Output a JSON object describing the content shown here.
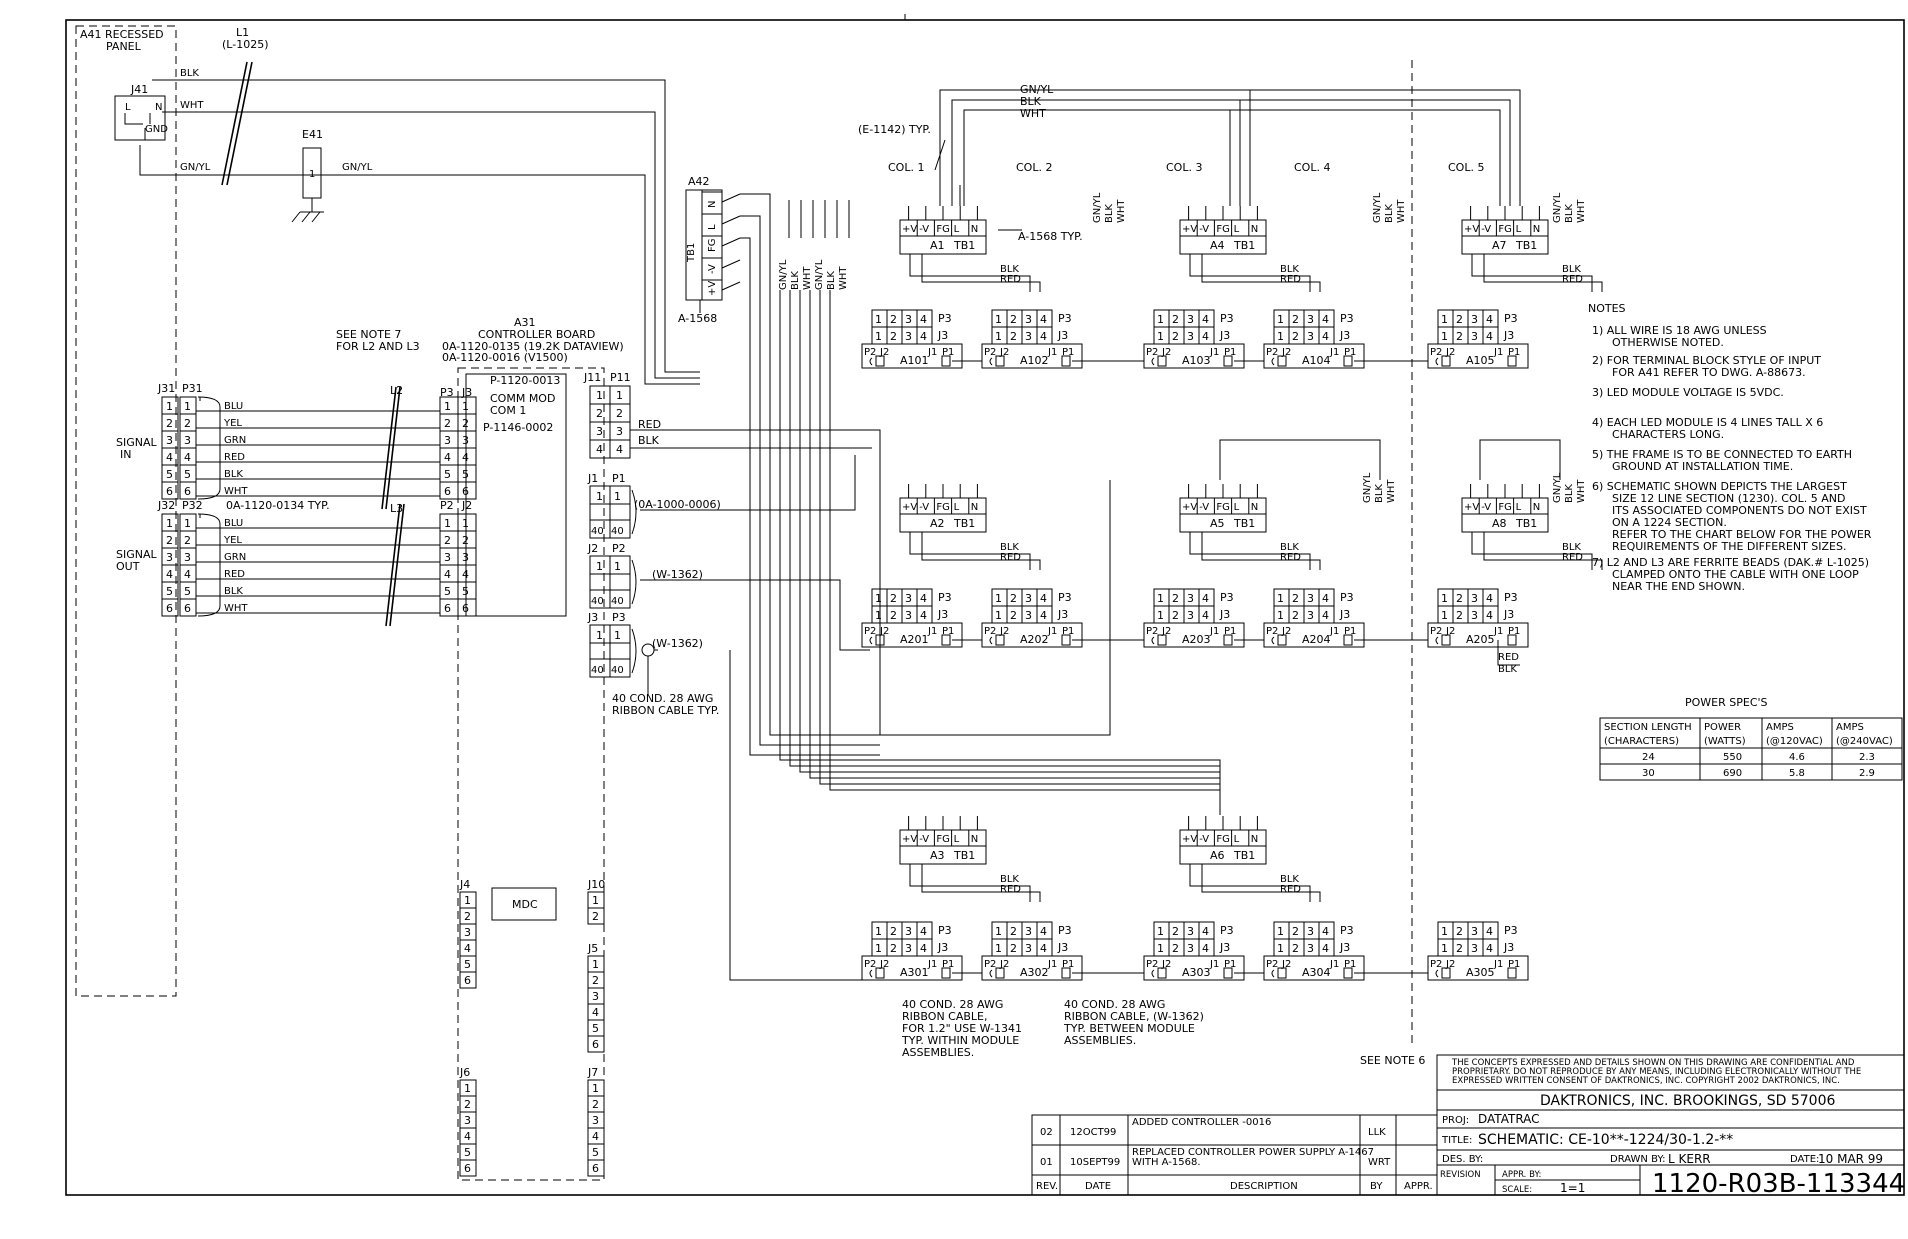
{
  "recessed_panel": {
    "ref": "A41 RECESSED",
    "name": "PANEL"
  },
  "inductor_l1": {
    "ref": "L1",
    "part": "(L-1025)"
  },
  "j41": {
    "ref": "J41",
    "pins": [
      "L",
      "N",
      "GND"
    ]
  },
  "power_wires": [
    "BLK",
    "WHT",
    "GN/YL"
  ],
  "e41": {
    "ref": "E41",
    "pin": "1",
    "wire": "GN/YL"
  },
  "a42": {
    "ref": "A42",
    "block": "TB1",
    "pins": [
      "N",
      "L",
      "FG",
      "-V",
      "+V"
    ],
    "part": "A-1568"
  },
  "a42_wires": [
    "GN/YL",
    "BLK",
    "WHT",
    "GN/YL",
    "BLK",
    "WHT"
  ],
  "controller": {
    "ref": "A31",
    "name": "CONTROLLER BOARD",
    "part1": "0A-1120-0135 (19.2K DATAVIEW)",
    "part2": "0A-1120-0016 (V1500)",
    "comm_part": "P-1120-0013",
    "comm_name": "COMM MOD",
    "comm_port": "COM 1",
    "comm_assy": "P-1146-0002",
    "mdc": "MDC",
    "note7": "SEE NOTE 7",
    "note7b": "FOR L2 AND L3"
  },
  "signal_in": {
    "label1": "SIGNAL",
    "label2": "IN",
    "j": "J31",
    "p": "P31",
    "conn_p": "P3",
    "conn_j": "J3",
    "inductor": "L2"
  },
  "signal_out": {
    "label1": "SIGNAL",
    "label2": "OUT",
    "j": "J32",
    "p": "P32",
    "conn_p": "P2",
    "conn_j": "J2",
    "inductor": "L3",
    "part": "0A-1120-0134 TYP."
  },
  "signal_wires": [
    "BLU",
    "YEL",
    "GRN",
    "RED",
    "BLK",
    "WHT"
  ],
  "pin_numbers": [
    "1",
    "2",
    "3",
    "4",
    "5",
    "6"
  ],
  "j11": {
    "j": "J11",
    "p": "P11",
    "wires": [
      "RED",
      "BLK"
    ]
  },
  "ribbon": {
    "j1": "J1",
    "p1": "P1",
    "j2": "J2",
    "p2": "P2",
    "j3": "J3",
    "p3": "P3",
    "pin1": "1",
    "pin40": "40",
    "cable1": "(0A-1000-0006)",
    "cable2": "(W-1362)",
    "cable3": "(W-1362)",
    "note1": "40 COND. 28 AWG",
    "note2": "RIBBON CABLE TYP."
  },
  "headers": {
    "j4": "J4",
    "j4_pins": [
      "1",
      "2",
      "3",
      "4",
      "5",
      "6"
    ],
    "j10": "J10",
    "j10_pins": [
      "1",
      "2"
    ],
    "j5": "J5",
    "j5_pins": [
      "1",
      "2",
      "3",
      "4",
      "5",
      "6"
    ],
    "j6": "J6",
    "j6_pins": [
      "1",
      "2",
      "3",
      "4",
      "5",
      "6"
    ],
    "j7": "J7",
    "j7_pins": [
      "1",
      "2",
      "3",
      "4",
      "5",
      "6"
    ]
  },
  "columns": [
    "COL. 1",
    "COL. 2",
    "COL. 3",
    "COL. 4",
    "COL. 5"
  ],
  "column_wires": {
    "top": [
      "GN/YL",
      "BLK",
      "WHT"
    ],
    "vertical": [
      "GN/YL",
      "BLK",
      "WHT"
    ],
    "pair": [
      "BLK",
      "RED"
    ]
  },
  "e1142": "(E-1142) TYP.",
  "a1568_typ": "A-1568 TYP.",
  "supplies": [
    {
      "ref": "A1",
      "tb": "TB1"
    },
    {
      "ref": "A4",
      "tb": "TB1"
    },
    {
      "ref": "A7",
      "tb": "TB1"
    },
    {
      "ref": "A2",
      "tb": "TB1"
    },
    {
      "ref": "A5",
      "tb": "TB1"
    },
    {
      "ref": "A8",
      "tb": "TB1"
    },
    {
      "ref": "A3",
      "tb": "TB1"
    },
    {
      "ref": "A6",
      "tb": "TB1"
    }
  ],
  "tb_pins": [
    "+V",
    "-V",
    "FG",
    "L",
    "N"
  ],
  "module_conn": {
    "p3": "P3",
    "j3": "J3",
    "p2": "P2",
    "j2": "J2",
    "j1": "J1",
    "p1": "P1",
    "pins": [
      "1",
      "2",
      "3",
      "4"
    ]
  },
  "modules": [
    "A101",
    "A102",
    "A103",
    "A104",
    "A105",
    "A201",
    "A202",
    "A203",
    "A204",
    "A205",
    "A301",
    "A302",
    "A303",
    "A304",
    "A305"
  ],
  "module_notes": {
    "n1": [
      "40 COND. 28 AWG",
      "RIBBON CABLE,",
      "FOR 1.2\" USE W-1341",
      "TYP. WITHIN MODULE",
      "ASSEMBLIES."
    ],
    "n2": [
      "40 COND. 28 AWG",
      "RIBBON CABLE, (W-1362)",
      "TYP. BETWEEN MODULE",
      "ASSEMBLIES."
    ],
    "see_note6": "SEE NOTE 6"
  },
  "notes": {
    "title": "NOTES",
    "items": [
      [
        "1) ALL WIRE IS 18 AWG UNLESS",
        "OTHERWISE NOTED."
      ],
      [
        "2) FOR TERMINAL BLOCK STYLE OF INPUT",
        "FOR A41 REFER TO DWG. A-88673."
      ],
      [
        "3) LED MODULE VOLTAGE IS 5VDC."
      ],
      [
        "4) EACH LED MODULE IS 4 LINES TALL X 6",
        "CHARACTERS LONG."
      ],
      [
        "5) THE FRAME IS TO BE CONNECTED TO EARTH",
        "GROUND AT INSTALLATION TIME."
      ],
      [
        "6) SCHEMATIC SHOWN DEPICTS THE LARGEST",
        "SIZE 12 LINE SECTION (1230). COL. 5 AND",
        "ITS ASSOCIATED COMPONENTS DO NOT EXIST",
        "ON A 1224 SECTION.",
        "REFER TO THE CHART BELOW FOR THE POWER",
        "REQUIREMENTS OF THE DIFFERENT SIZES."
      ],
      [
        "7) L2 AND L3 ARE FERRITE BEADS (DAK.# L-1025)",
        "CLAMPED ONTO THE CABLE WITH ONE LOOP",
        "NEAR THE END SHOWN."
      ]
    ]
  },
  "power_specs": {
    "title": "POWER SPEC'S",
    "headers": [
      [
        "SECTION LENGTH",
        "(CHARACTERS)"
      ],
      [
        "POWER",
        "(WATTS)"
      ],
      [
        "AMPS",
        "(@120VAC)"
      ],
      [
        "AMPS",
        "(@240VAC)"
      ]
    ],
    "rows": [
      [
        "24",
        "550",
        "4.6",
        "2.3"
      ],
      [
        "30",
        "690",
        "5.8",
        "2.9"
      ]
    ]
  },
  "revisions": {
    "rows": [
      {
        "rev": "02",
        "date": "12OCT99",
        "desc": [
          "ADDED CONTROLLER -0016"
        ],
        "by": "LLK",
        "appr": ""
      },
      {
        "rev": "01",
        "date": "10SEPT99",
        "desc": [
          "REPLACED CONTROLLER POWER SUPPLY A-1467",
          "WITH A-1568."
        ],
        "by": "WRT",
        "appr": ""
      }
    ],
    "headers": [
      "REV.",
      "DATE",
      "DESCRIPTION",
      "BY",
      "APPR."
    ]
  },
  "title_block": {
    "confidential": [
      "THE CONCEPTS EXPRESSED AND DETAILS SHOWN ON THIS DRAWING ARE CONFIDENTIAL AND",
      "PROPRIETARY. DO NOT REPRODUCE BY ANY MEANS, INCLUDING ELECTRONICALLY WITHOUT THE",
      "EXPRESSED WRITTEN CONSENT OF DAKTRONICS, INC.          COPYRIGHT 2002 DAKTRONICS, INC."
    ],
    "company": "DAKTRONICS, INC.   BROOKINGS, SD 57006",
    "proj_label": "PROJ:",
    "proj": "DATATRAC",
    "title_label": "TITLE:",
    "title": "SCHEMATIC: CE-10**-1224/30-1.2-**",
    "des_by": "DES. BY:",
    "drawn_by_label": "DRAWN BY:",
    "drawn_by": "L KERR",
    "date_label": "DATE:",
    "date": "10 MAR 99",
    "revision": "REVISION",
    "appr_by": "APPR. BY:",
    "scale_label": "SCALE:",
    "scale": "1=1",
    "drawing_number": "1120-R03B-113344"
  }
}
